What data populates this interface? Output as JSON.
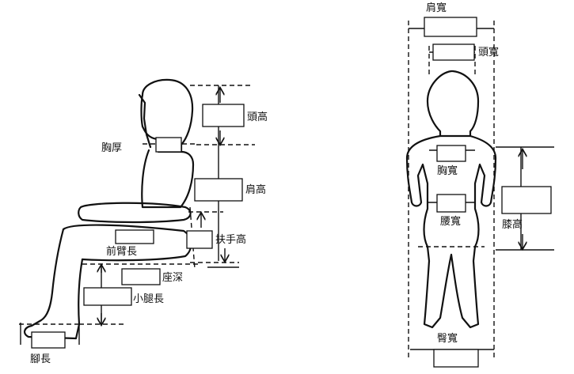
{
  "labels": {
    "head_height": "頭高",
    "chest_depth": "胸厚",
    "shoulder_height": "肩高",
    "forearm_length": "前臂長",
    "armrest_height": "扶手高",
    "seat_depth": "座深",
    "lower_leg_length": "小腿長",
    "foot_length": "腳長",
    "shoulder_width": "肩寬",
    "head_width": "頭寬",
    "chest_width": "胸寬",
    "waist_width": "腰寬",
    "knee_height": "膝高",
    "hip_width": "臀寬"
  }
}
